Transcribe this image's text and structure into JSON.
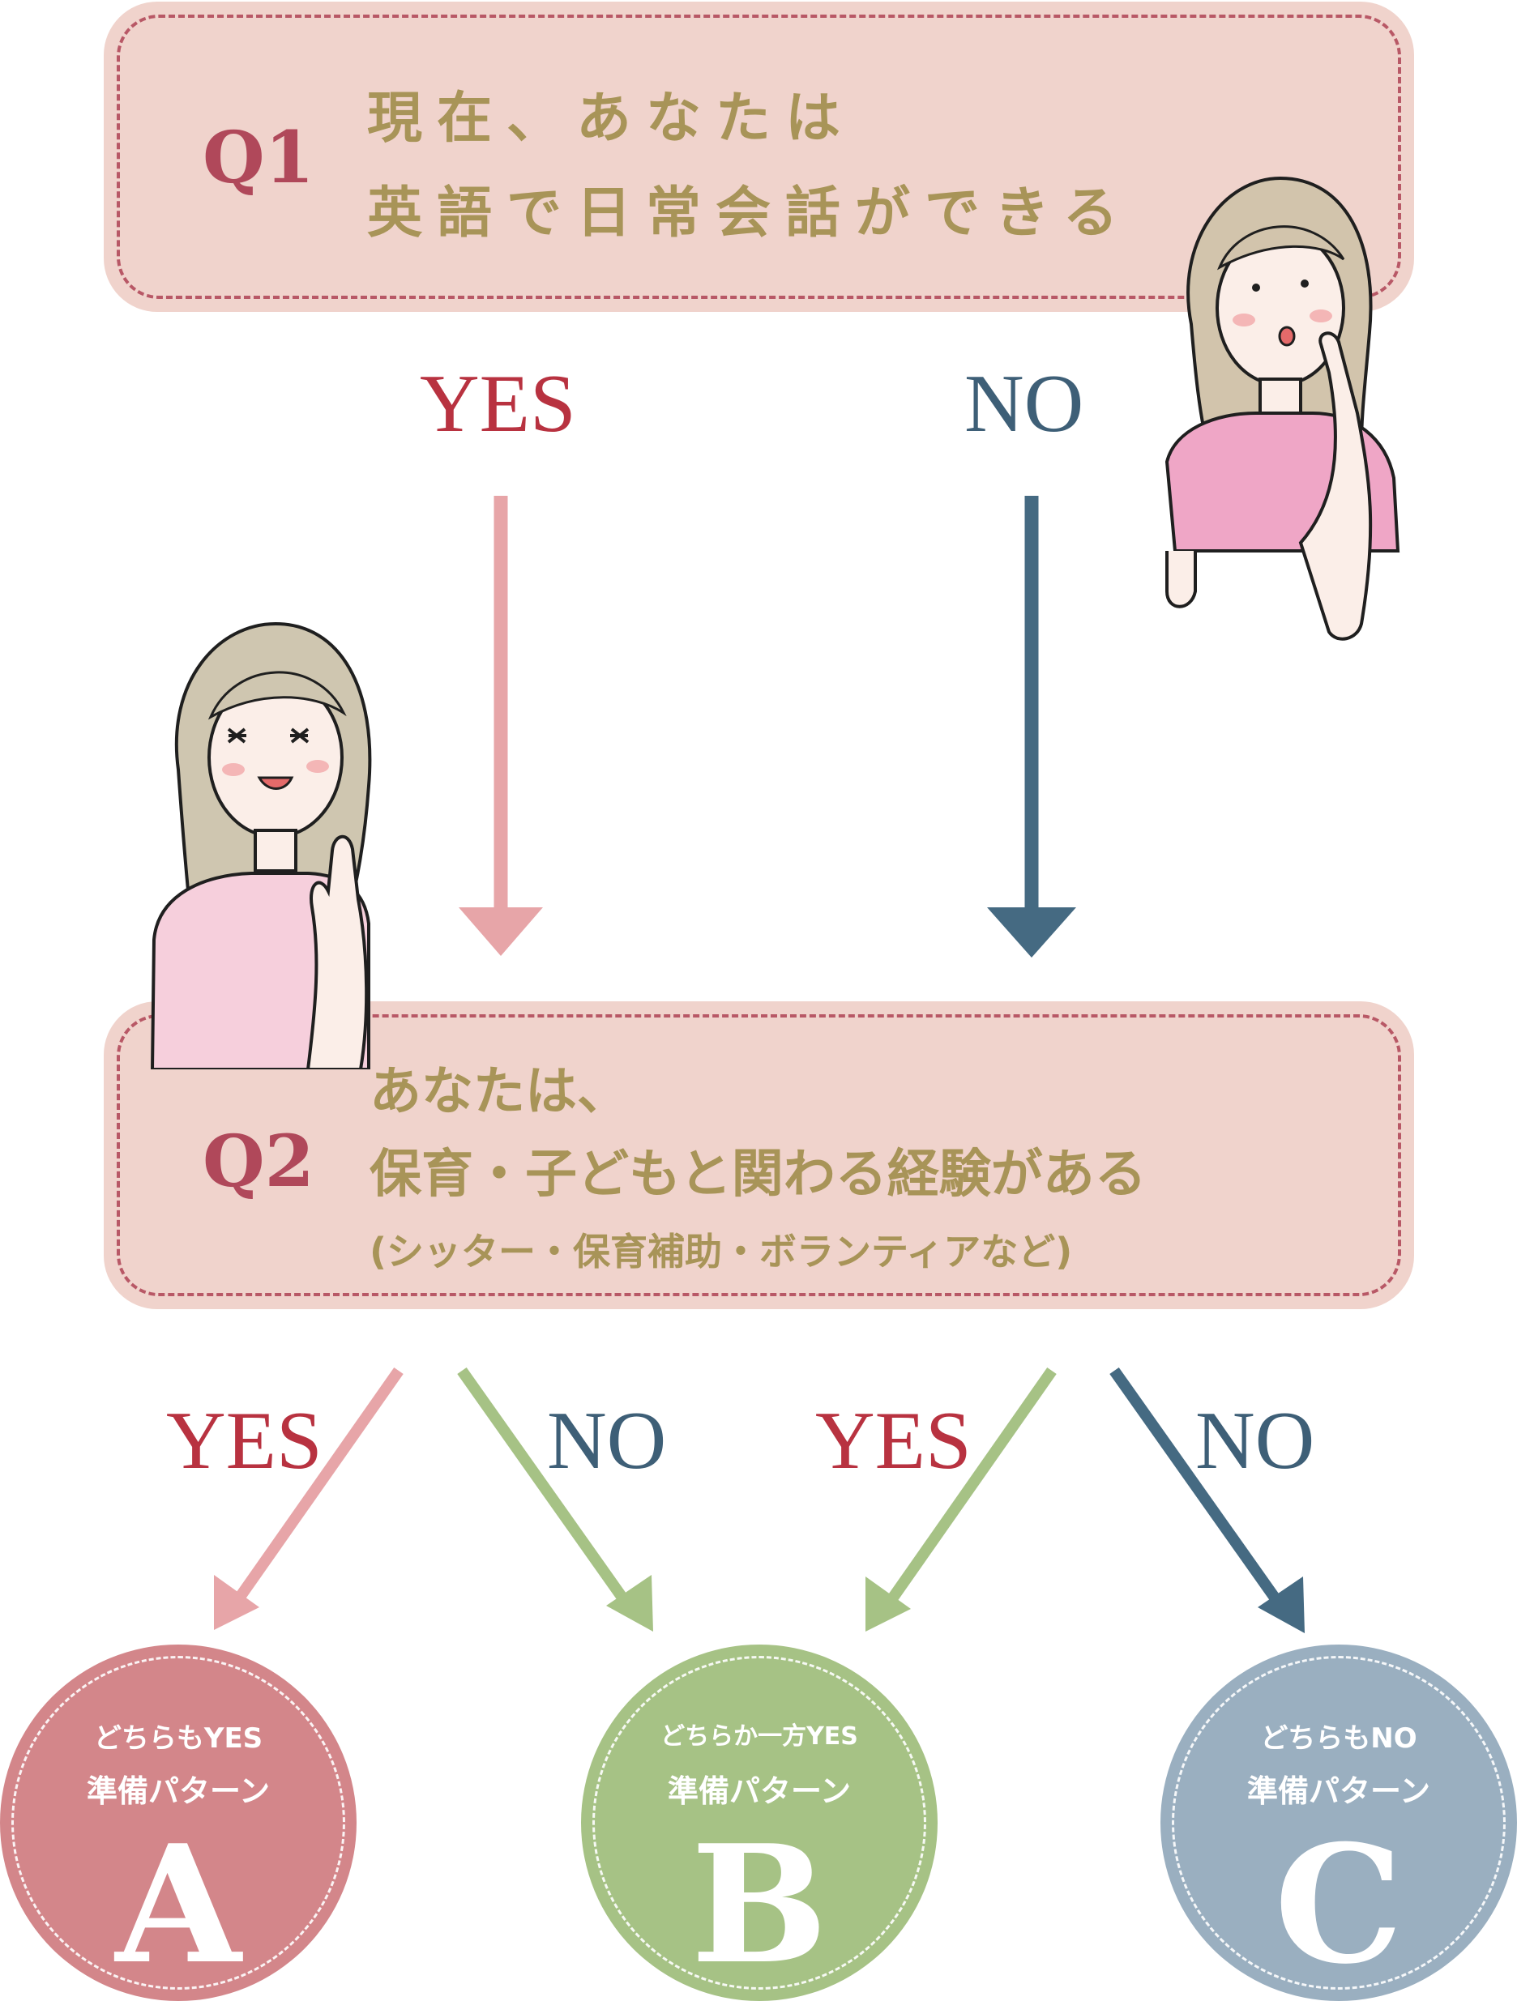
{
  "q1": {
    "label": "Q1",
    "line1": "現在、あなたは",
    "line2": "英語で日常会話ができる"
  },
  "q2": {
    "label": "Q2",
    "line1": "あなたは、",
    "line2": "保育・子どもと関わる経験がある",
    "line3": "(シッター・保育補助・ボランティアなど)"
  },
  "answers": {
    "yes": "YES",
    "no": "NO"
  },
  "results": [
    {
      "condition": "どちらもYES",
      "title": "準備パターン",
      "letter": "A",
      "color": "#d3868a"
    },
    {
      "condition": "どちらか一方YES",
      "title": "準備パターン",
      "letter": "B",
      "color": "#a6c285"
    },
    {
      "condition": "どちらもNO",
      "title": "準備パターン",
      "letter": "C",
      "color": "#9aafc0"
    }
  ],
  "colors": {
    "box": "#f0d3cc",
    "question_text": "#a89458",
    "yes_arrow": "#e7a5a8",
    "no_arrow": "#456a82",
    "green_arrow": "#a6c285"
  }
}
